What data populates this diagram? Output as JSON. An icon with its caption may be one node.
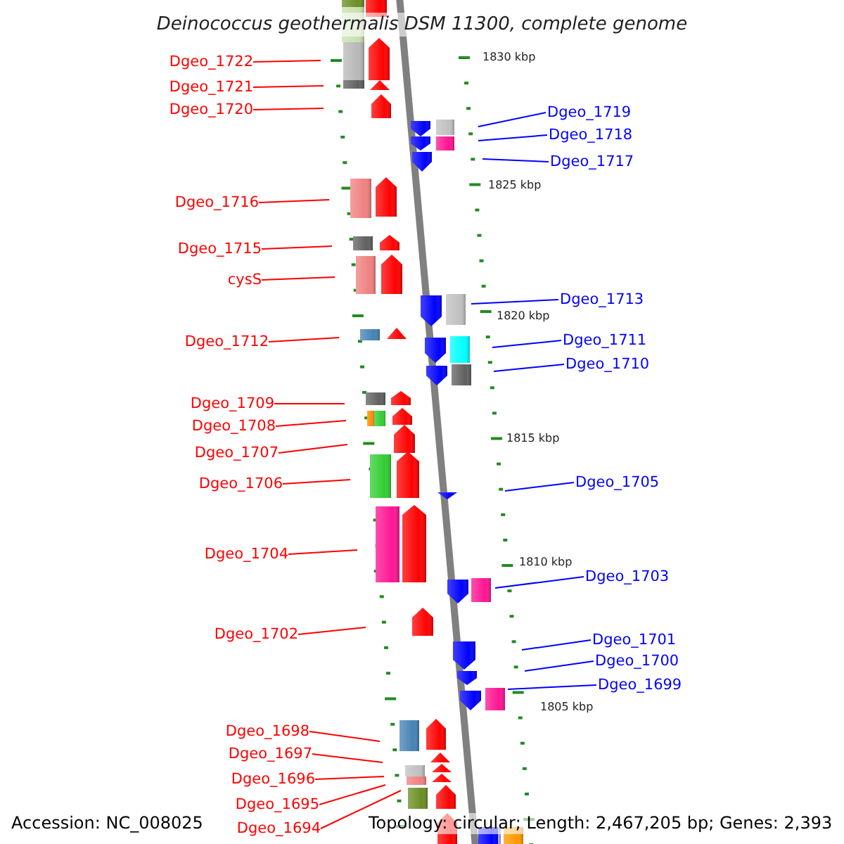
{
  "diagram": {
    "title": "Deinococcus geothermalis DSM 11300, complete genome",
    "nodes": [
      {
        "text": [
          "Dgeo_1722"
        ]
      },
      {
        "text": [
          "Dgeo_1721"
        ]
      },
      {
        "text": [
          "Dgeo_1720"
        ]
      },
      {
        "text": [
          "Dgeo_1716"
        ]
      },
      {
        "text": [
          "Dgeo_1715"
        ]
      },
      {
        "text": [
          "cysS"
        ]
      },
      {
        "text": [
          "Dgeo_1712"
        ]
      },
      {
        "text": [
          "Dgeo_1709"
        ]
      },
      {
        "text": [
          "Dgeo_1708"
        ]
      },
      {
        "text": [
          "Dgeo_1707"
        ]
      },
      {
        "text": [
          "Dgeo_1706"
        ]
      },
      {
        "text": [
          "Dgeo_1704"
        ]
      },
      {
        "text": [
          "Dgeo_1702"
        ]
      },
      {
        "text": [
          "Dgeo_1698"
        ]
      },
      {
        "text": [
          "Dgeo_1697"
        ]
      },
      {
        "text": [
          "Dgeo_1696"
        ]
      },
      {
        "text": [
          "Dgeo_1695"
        ]
      },
      {
        "text": [
          "Dgeo_1694"
        ]
      },
      {
        "text": [
          "Dgeo_1719"
        ]
      },
      {
        "text": [
          "Dgeo_1718"
        ]
      },
      {
        "text": [
          "Dgeo_1717"
        ]
      },
      {
        "text": [
          "Dgeo_1713"
        ]
      },
      {
        "text": [
          "Dgeo_1711"
        ]
      },
      {
        "text": [
          "Dgeo_1710"
        ]
      },
      {
        "text": [
          "Dgeo_1705"
        ]
      },
      {
        "text": [
          "Dgeo_1703"
        ]
      },
      {
        "text": [
          "Dgeo_1701"
        ]
      },
      {
        "text": [
          "Dgeo_1700"
        ]
      },
      {
        "text": [
          "Dgeo_1699"
        ]
      }
    ],
    "edges": [
      {
        "from": 0,
        "to": null,
        "arrow": "none"
      },
      {
        "from": 1,
        "to": null,
        "arrow": "none"
      },
      {
        "from": 2,
        "to": null,
        "arrow": "none"
      },
      {
        "from": 3,
        "to": null,
        "arrow": "none"
      },
      {
        "from": 4,
        "to": null,
        "arrow": "none"
      },
      {
        "from": 5,
        "to": null,
        "arrow": "none"
      },
      {
        "from": 6,
        "to": null,
        "arrow": "none"
      },
      {
        "from": 7,
        "to": null,
        "arrow": "none"
      },
      {
        "from": 8,
        "to": null,
        "arrow": "none"
      },
      {
        "from": 9,
        "to": null,
        "arrow": "none"
      },
      {
        "from": 10,
        "to": null,
        "arrow": "none"
      },
      {
        "from": 11,
        "to": null,
        "arrow": "none"
      },
      {
        "from": 12,
        "to": null,
        "arrow": "none"
      },
      {
        "from": 13,
        "to": null,
        "arrow": "none"
      },
      {
        "from": 14,
        "to": null,
        "arrow": "none"
      },
      {
        "from": 15,
        "to": null,
        "arrow": "none"
      },
      {
        "from": 16,
        "to": null,
        "arrow": "none"
      },
      {
        "from": 17,
        "to": null,
        "arrow": "none"
      },
      {
        "from": 18,
        "to": null,
        "arrow": "none",
        "color": "#0000ff"
      },
      {
        "from": 19,
        "to": null,
        "arrow": "none",
        "color": "#0000ff"
      },
      {
        "from": 20,
        "to": null,
        "arrow": "none",
        "color": "#0000ff"
      },
      {
        "from": 21,
        "to": null,
        "arrow": "none",
        "color": "#0000ff"
      },
      {
        "from": 22,
        "to": null,
        "arrow": "none",
        "color": "#0000ff"
      },
      {
        "from": 23,
        "to": null,
        "arrow": "none",
        "color": "#0000ff"
      },
      {
        "from": 24,
        "to": null,
        "arrow": "none",
        "color": "#0000ff"
      },
      {
        "from": 25,
        "to": null,
        "arrow": "none",
        "color": "#0000ff"
      },
      {
        "from": 26,
        "to": null,
        "arrow": "none",
        "color": "#0000ff"
      },
      {
        "from": 27,
        "to": null,
        "arrow": "none",
        "color": "#0000ff"
      },
      {
        "from": 28,
        "to": null,
        "arrow": "none",
        "color": "#0000ff"
      }
    ],
    "labels": [
      "1830 kbp",
      "1825 kbp",
      "1820 kbp",
      "1815 kbp",
      "1810 kbp",
      "1805 kbp",
      "Accession: NC_008025",
      "Topology: circular; Length: 2,467,205 bp; Genes: 2,393"
    ]
  }
}
